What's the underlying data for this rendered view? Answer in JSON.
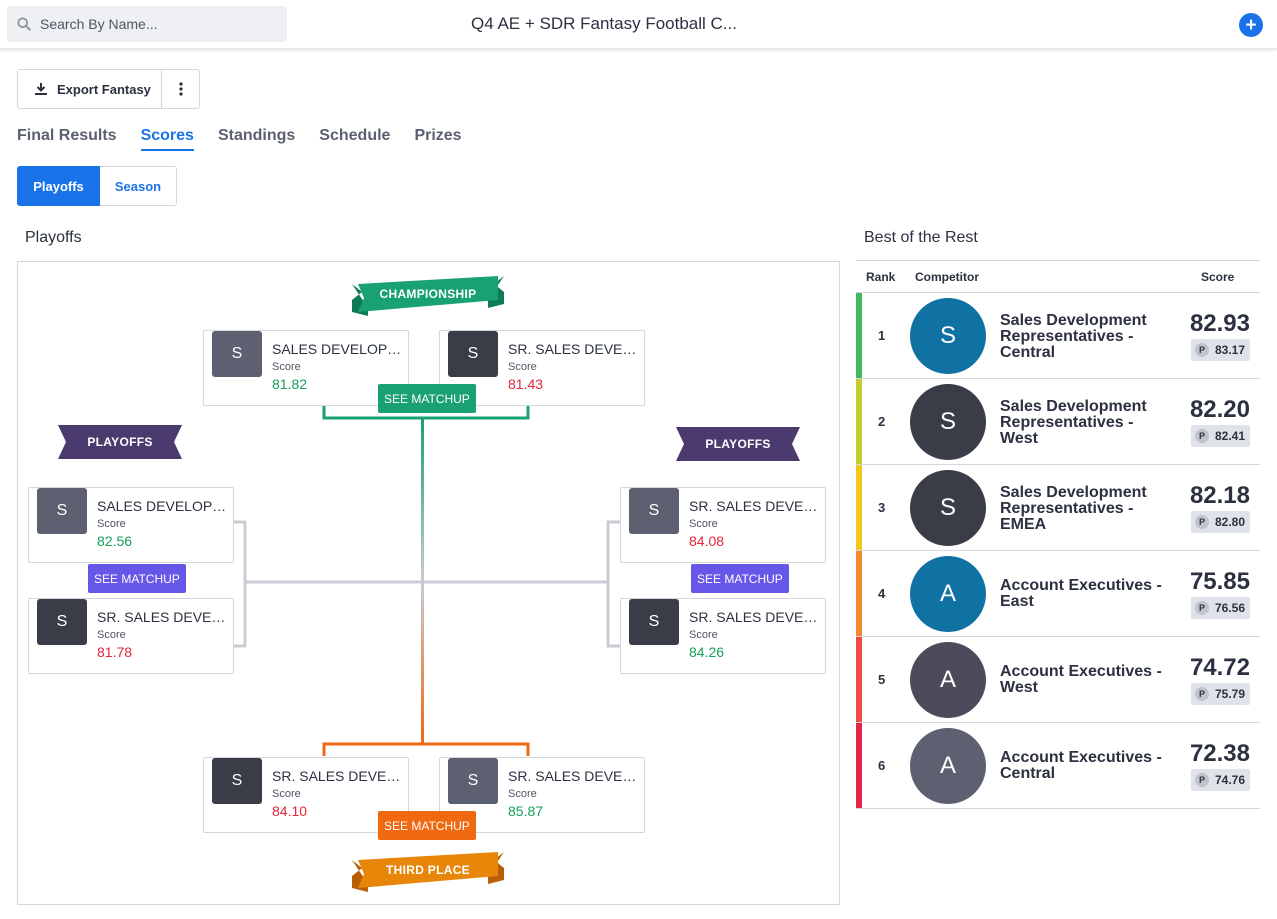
{
  "search": {
    "placeholder": "Search By Name..."
  },
  "app_title": "Q4 AE + SDR Fantasy Football C...",
  "add_button": "+",
  "toolbar": {
    "export_label": "Export Fantasy"
  },
  "tabs": [
    "Final Results",
    "Scores",
    "Standings",
    "Schedule",
    "Prizes"
  ],
  "active_tab": "Scores",
  "segments": {
    "playoffs": "Playoffs",
    "season": "Season"
  },
  "playoffs_title": "Playoffs",
  "bracket": {
    "championship_label": "CHAMPIONSHIP",
    "playoffs_label": "PLAYOFFS",
    "third_place_label": "THIRD PLACE",
    "see_matchup": "SEE MATCHUP",
    "score_label": "Score",
    "colors": {
      "championship": "#1aa075",
      "playoffs": "#4b3a6e",
      "playoffs_matchup": "#6657e8",
      "third_place": "#f0680f",
      "third_place_banner": "#e8860a"
    },
    "championship": [
      {
        "initial": "S",
        "name": "SALES DEVELOPM...",
        "score": "81.82",
        "result": "win",
        "avatar_color": "#5c6070"
      },
      {
        "initial": "S",
        "name": "SR. SALES DEVELO...",
        "score": "81.43",
        "result": "loss",
        "avatar_color": "#3a3d48"
      }
    ],
    "semifinal_left": [
      {
        "initial": "S",
        "name": "SALES DEVELOPM...",
        "score": "82.56",
        "result": "win",
        "avatar_color": "#5c6070"
      },
      {
        "initial": "S",
        "name": "SR. SALES DEVELO...",
        "score": "81.78",
        "result": "loss",
        "avatar_color": "#3a3d48"
      }
    ],
    "semifinal_right": [
      {
        "initial": "S",
        "name": "SR. SALES DEVELO...",
        "score": "84.08",
        "result": "loss",
        "avatar_color": "#5c6070"
      },
      {
        "initial": "S",
        "name": "SR. SALES DEVELO...",
        "score": "84.26",
        "result": "win",
        "avatar_color": "#3a3d48"
      }
    ],
    "third_place": [
      {
        "initial": "S",
        "name": "SR. SALES DEVELO...",
        "score": "84.10",
        "result": "loss",
        "avatar_color": "#3a3d48"
      },
      {
        "initial": "S",
        "name": "SR. SALES DEVELO...",
        "score": "85.87",
        "result": "win",
        "avatar_color": "#5c6070"
      }
    ]
  },
  "best_of_rest": {
    "title": "Best of the Rest",
    "headers": {
      "rank": "Rank",
      "competitor": "Competitor",
      "score": "Score"
    },
    "projected_icon": "P",
    "rows": [
      {
        "rank": "1",
        "initial": "S",
        "name": "Sales Development Representatives - Central",
        "score": "82.93",
        "projected": "83.17",
        "bar_color": "#3dba5c",
        "avatar_color": "#1071a3"
      },
      {
        "rank": "2",
        "initial": "S",
        "name": "Sales Development Representatives - West",
        "score": "82.20",
        "projected": "82.41",
        "bar_color": "#c6cd2e",
        "avatar_color": "#3a3d48"
      },
      {
        "rank": "3",
        "initial": "S",
        "name": "Sales Development Representatives - EMEA",
        "score": "82.18",
        "projected": "82.80",
        "bar_color": "#f4c71c",
        "avatar_color": "#3a3d48"
      },
      {
        "rank": "4",
        "initial": "A",
        "name": "Account Executives - East",
        "score": "75.85",
        "projected": "76.56",
        "bar_color": "#f08a2e",
        "avatar_color": "#1071a3"
      },
      {
        "rank": "5",
        "initial": "A",
        "name": "Account Executives - West",
        "score": "74.72",
        "projected": "75.79",
        "bar_color": "#ee4b45",
        "avatar_color": "#4e4a5c"
      },
      {
        "rank": "6",
        "initial": "A",
        "name": "Account Executives - Central",
        "score": "72.38",
        "projected": "74.76",
        "bar_color": "#e3264d",
        "avatar_color": "#5c6070"
      }
    ]
  }
}
